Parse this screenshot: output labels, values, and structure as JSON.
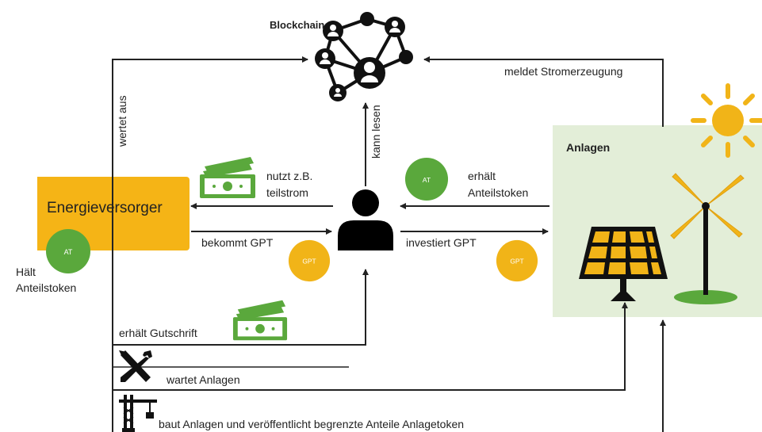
{
  "blockchain": {
    "title": "Blockchain"
  },
  "anlagen": {
    "title": "Anlagen"
  },
  "energieversorger": {
    "title": "Energieversorger",
    "holds_label": "Hält\nAnteilstoken"
  },
  "tokens": {
    "at": "AT",
    "gpt": "GPT"
  },
  "flows": {
    "wertet_aus": "wertet aus",
    "kann_lesen": "kann lesen",
    "meldet": "meldet Stromerzeugung",
    "nutzt": "nutzt z.B.\nteilstrom",
    "erhaelt_at": "erhält\nAnteilstoken",
    "bekommt_gpt": "bekommt GPT",
    "investiert_gpt": "investiert GPT",
    "gutschrift": "erhält Gutschrift",
    "wartet": "wartet Anlagen",
    "baut": "baut Anlagen und veröffentlicht begrenzte Anteile Anlagetoken"
  },
  "colors": {
    "energieversorger_fill": "#f5b416",
    "anlagen_fill": "#e3eed8",
    "token_at": "#5aa83c",
    "token_gpt": "#f1b418",
    "money": "#5aa83c",
    "sun": "#f1b418",
    "lines": "#222222"
  },
  "icons": [
    "blockchain-network-icon",
    "user-icon",
    "money-icon",
    "solar-panel-icon",
    "wind-turbine-icon",
    "sun-icon",
    "tools-icon",
    "crane-icon"
  ]
}
